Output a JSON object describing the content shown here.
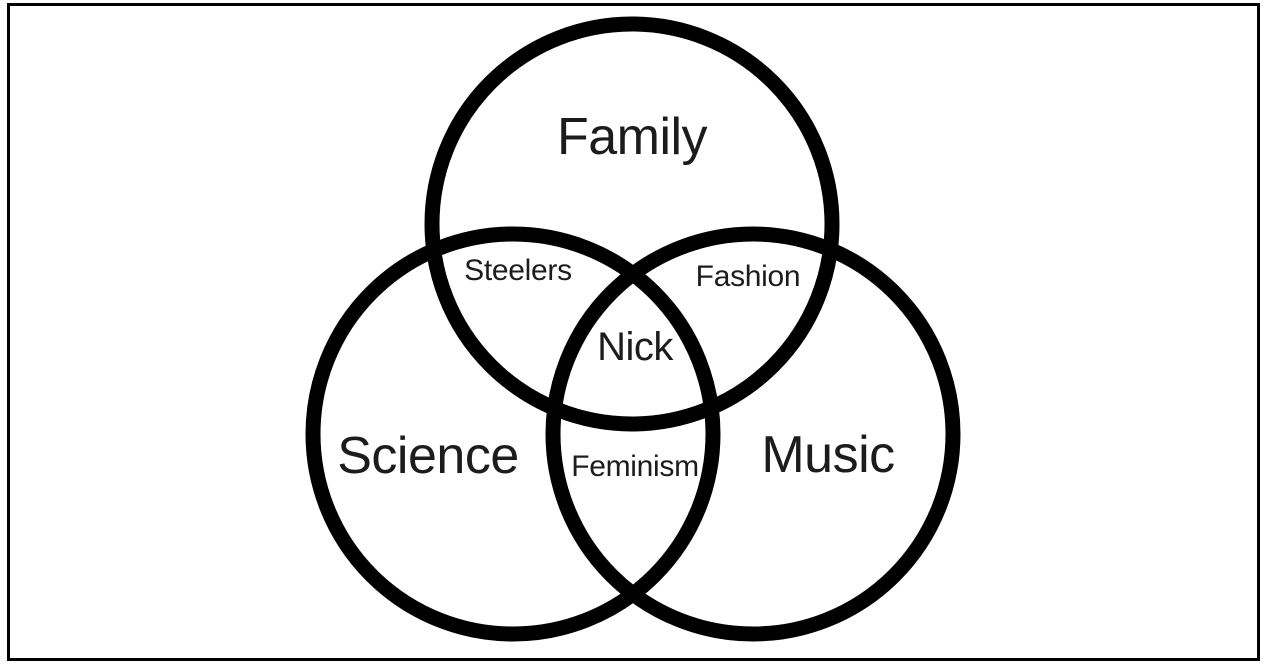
{
  "diagram": {
    "type": "venn",
    "sets": {
      "family": "Family",
      "science": "Science",
      "music": "Music"
    },
    "intersections": {
      "family_science": "Steelers",
      "family_music": "Fashion",
      "science_music": "Feminism",
      "center": "Nick"
    },
    "colors": {
      "circle_stroke": "#000000",
      "frame_border": "#000000",
      "text": "#1c1c1c",
      "background": "#ffffff"
    }
  }
}
